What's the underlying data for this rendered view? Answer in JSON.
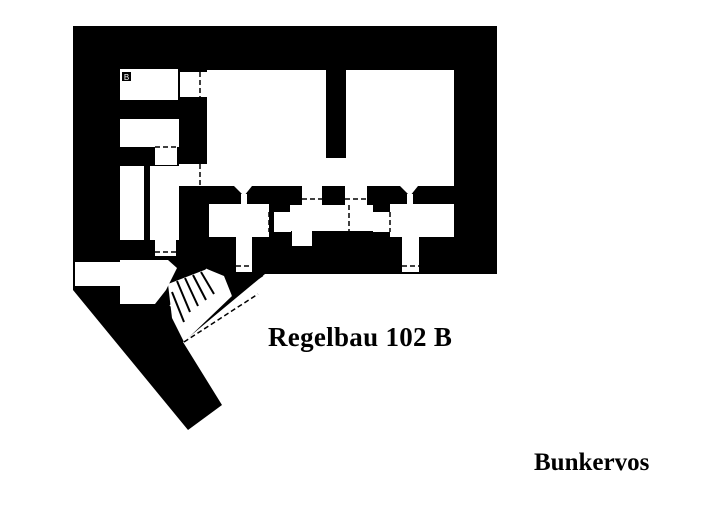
{
  "diagram": {
    "title": "Regelbau 102 B",
    "credit": "Bunkervos",
    "marker_glyph": "B",
    "colors": {
      "wall": "#000000",
      "room": "#ffffff",
      "background": "#ffffff"
    }
  }
}
